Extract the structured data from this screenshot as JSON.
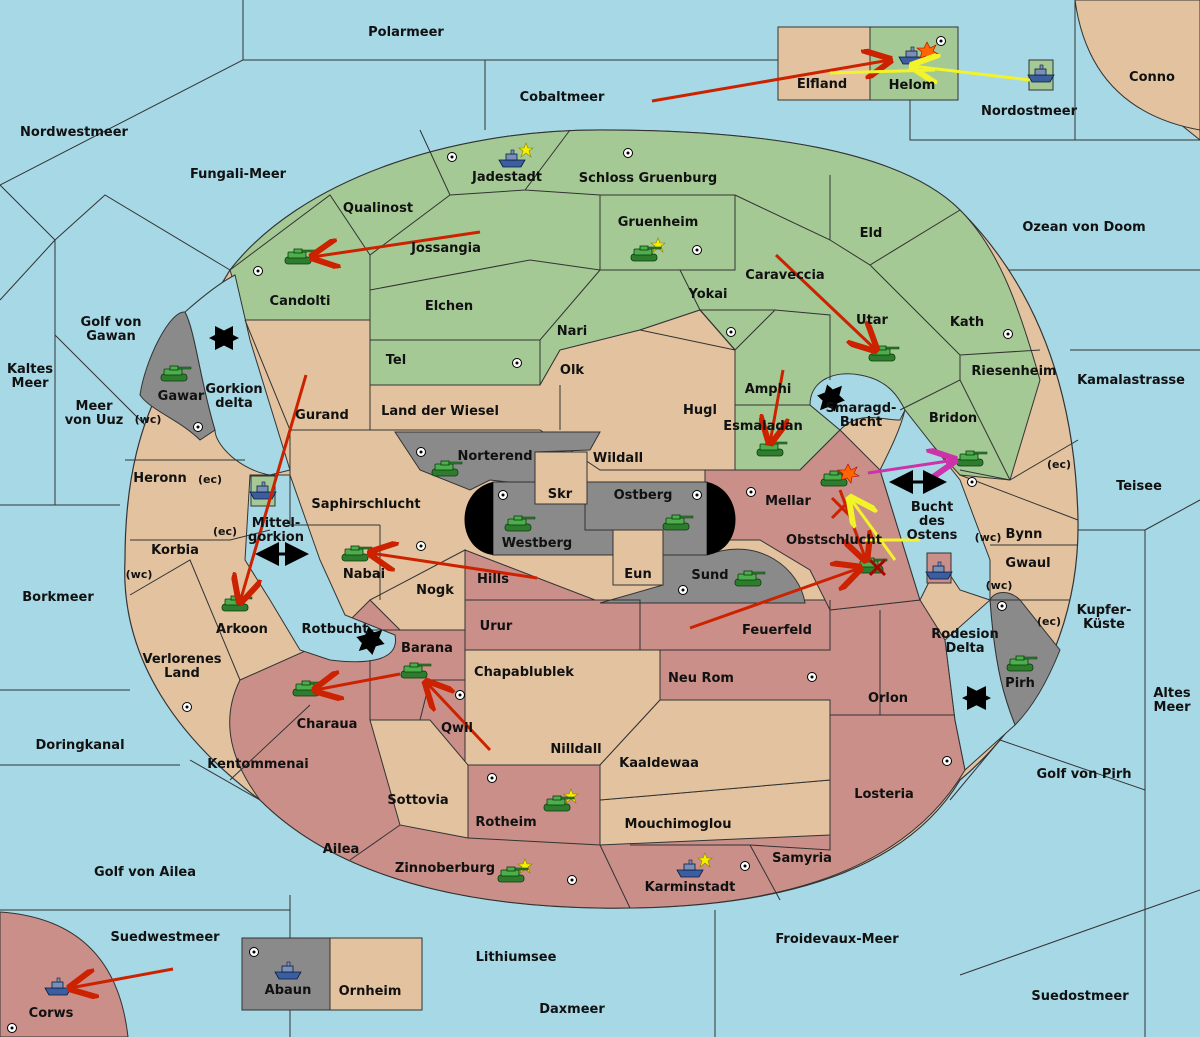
{
  "colors": {
    "sea": "#a6d8e6",
    "land_green": "#a4c995",
    "land_tan": "#e3c39f",
    "land_red": "#c98f88",
    "land_gray": "#8a8a8a",
    "arrow_red": "#cc2200",
    "arrow_yellow": "#f3f32a",
    "arrow_magenta": "#cc33aa",
    "tank": "#3ea23e",
    "fleet": "#3a5ea0"
  },
  "labels": {
    "polarmeer": "Polarmeer",
    "cobaltmeer": "Cobaltmeer",
    "elfland": "Elfland",
    "helom": "Helom",
    "nordostmeer": "Nordostmeer",
    "conno": "Conno",
    "nordwestmeer": "Nordwestmeer",
    "fungali": "Fungali-Meer",
    "jadestadt": "Jadestadt",
    "schloss": "Schloss Gruenburg",
    "qualinost": "Qualinost",
    "gruenheim": "Gruenheim",
    "eld": "Eld",
    "ozean": "Ozean von Doom",
    "jossangia": "Jossangia",
    "caraveccia": "Caraveccia",
    "candolti": "Candolti",
    "elchen": "Elchen",
    "yokai": "Yokai",
    "utar": "Utar",
    "kath": "Kath",
    "golf_gawan": "Golf von\nGawan",
    "nari": "Nari",
    "kaltes": "Kaltes\nMeer",
    "tel": "Tel",
    "olk": "Olk",
    "riesenheim": "Riesenheim",
    "kamalastrasse": "Kamalastrasse",
    "amphi": "Amphi",
    "gawar": "Gawar",
    "gorkion_delta": "Gorkion\ndelta",
    "meer_uuz": "Meer\nvon Uuz",
    "wc1": "(wc)",
    "gurand": "Gurand",
    "land_wiesel": "Land der Wiesel",
    "hugl": "Hugl",
    "smaragd": "Smaragd-\nBucht",
    "bridon": "Bridon",
    "esmaladan": "Esmaladan",
    "norterend": "Norterend",
    "wildall": "Wildall",
    "heronn": "Heronn",
    "ec1": "(ec)",
    "ec2": "(ec)",
    "teisee": "Teisee",
    "skr": "Skr",
    "ostberg": "Ostberg",
    "saphir": "Saphirschlucht",
    "mellar": "Mellar",
    "bucht_ostens": "Bucht\ndes\nOstens",
    "mittelgorkion": "Mittel-\ngorkion",
    "ec3": "(ec)",
    "westberg": "Westberg",
    "obstschlucht": "Obstschlucht",
    "wc2": "(wc)",
    "bynn": "Bynn",
    "korbia": "Korbia",
    "nabai": "Nabai",
    "hills": "Hills",
    "gwaul": "Gwaul",
    "wc3": "(wc)",
    "eun": "Eun",
    "sund": "Sund",
    "wc4": "(wc)",
    "borkmeer": "Borkmeer",
    "nogk": "Nogk",
    "kupfer": "Kupfer-\nKüste",
    "arkoon": "Arkoon",
    "rotbucht": "Rotbucht",
    "urur": "Urur",
    "feuerfeld": "Feuerfeld",
    "ec4": "(ec)",
    "barana": "Barana",
    "rodesion": "Rodesion\nDelta",
    "verlorenes": "Verlorenes\nLand",
    "chapablublek": "Chapablublek",
    "neu_rom": "Neu Rom",
    "pirh": "Pirh",
    "altes": "Altes\nMeer",
    "orlon": "Orlon",
    "charaua": "Charaua",
    "qwil": "Qwil",
    "doringkanal": "Doringkanal",
    "nilldall": "Nilldall",
    "kaentommenai": "Kentommenai",
    "kaaldewaa": "Kaaldewaa",
    "golf_pirh": "Golf von Pirh",
    "sottovia": "Sottovia",
    "losteria": "Losteria",
    "rotheim": "Rotheim",
    "mouchimoglou": "Mouchimoglou",
    "ailea": "Ailea",
    "samyria": "Samyria",
    "golf_ailea": "Golf von Ailea",
    "zinnoberburg": "Zinnoberburg",
    "karminstadt": "Karminstadt",
    "suedwestmeer": "Suedwestmeer",
    "froidevaux": "Froidevaux-Meer",
    "lithiumsee": "Lithiumsee",
    "abaun": "Abaun",
    "ornheim": "Ornheim",
    "suedostmeer": "Suedostmeer",
    "corws": "Corws",
    "daxmeer": "Daxmeer"
  },
  "units": [
    {
      "kind": "fleet",
      "territory": "Jadestadt"
    },
    {
      "kind": "fleet",
      "territory": "Helom"
    },
    {
      "kind": "fleet",
      "territory": "Nordostmeer"
    },
    {
      "kind": "army",
      "territory": "Candolti"
    },
    {
      "kind": "army",
      "territory": "Gruenheim"
    },
    {
      "kind": "army",
      "territory": "Utar"
    },
    {
      "kind": "army",
      "territory": "Gawar"
    },
    {
      "kind": "army",
      "territory": "Esmaladan"
    },
    {
      "kind": "army",
      "territory": "Bridon"
    },
    {
      "kind": "army",
      "territory": "Norterend"
    },
    {
      "kind": "army",
      "territory": "Mellar"
    },
    {
      "kind": "fleet",
      "territory": "Mittelgorkion"
    },
    {
      "kind": "army",
      "territory": "Westberg"
    },
    {
      "kind": "army",
      "territory": "Ostberg"
    },
    {
      "kind": "army",
      "territory": "Nabai"
    },
    {
      "kind": "army",
      "territory": "Obstschlucht"
    },
    {
      "kind": "fleet",
      "territory": "Bucht des Ostens"
    },
    {
      "kind": "army",
      "territory": "Sund"
    },
    {
      "kind": "army",
      "territory": "Arkoon"
    },
    {
      "kind": "army",
      "territory": "Barana"
    },
    {
      "kind": "army",
      "territory": "Charaua"
    },
    {
      "kind": "army",
      "territory": "Pirh"
    },
    {
      "kind": "army",
      "territory": "Rotheim"
    },
    {
      "kind": "army",
      "territory": "Zinnoberburg"
    },
    {
      "kind": "fleet",
      "territory": "Karminstadt"
    },
    {
      "kind": "fleet",
      "territory": "Abaun"
    },
    {
      "kind": "fleet",
      "territory": "Corws"
    }
  ]
}
